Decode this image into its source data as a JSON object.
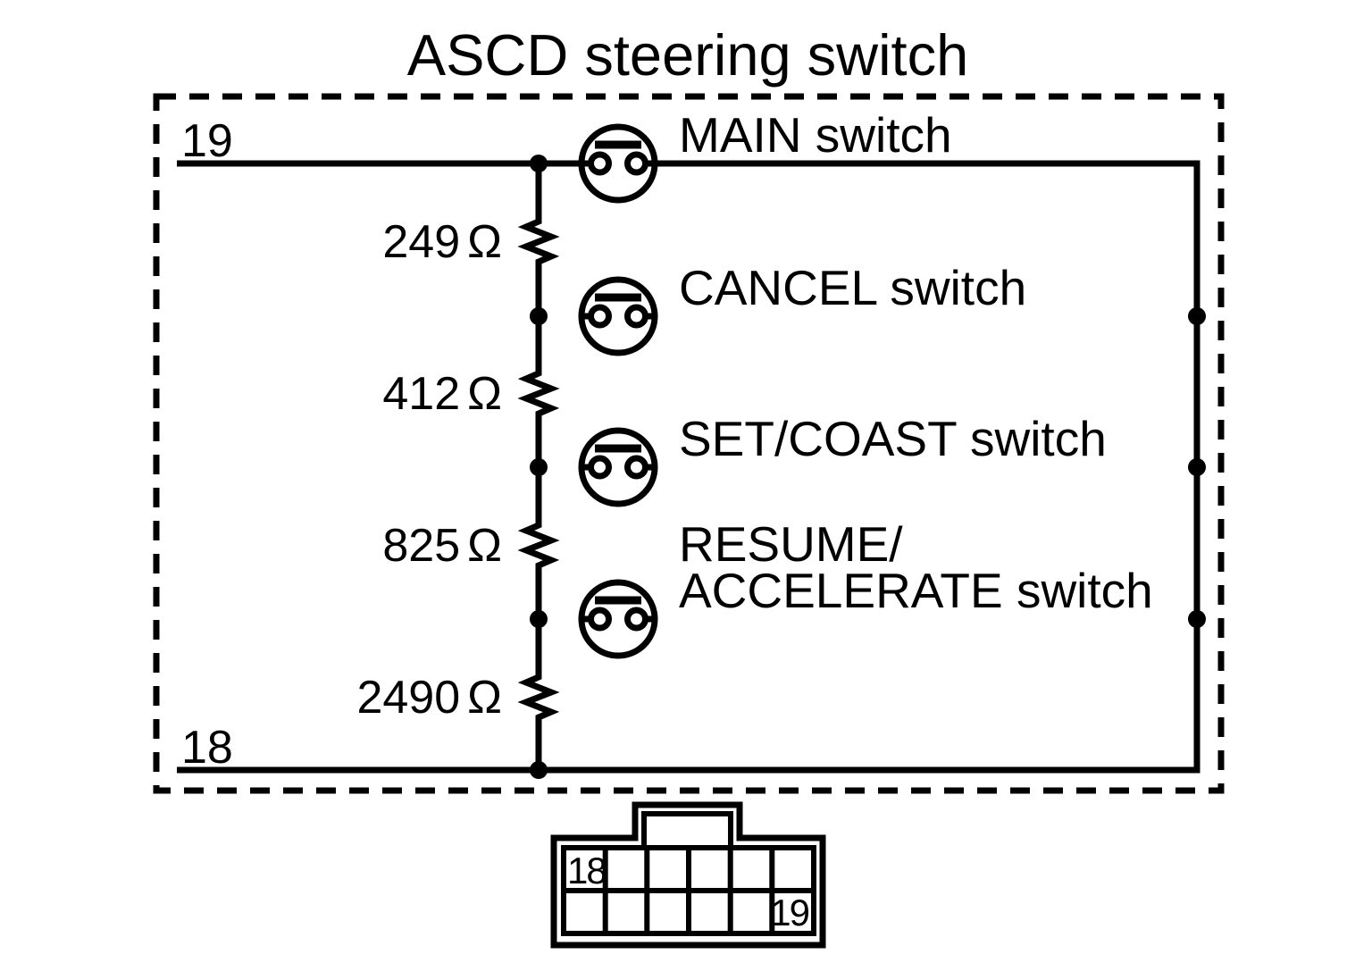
{
  "diagram": {
    "title": "ASCD steering switch",
    "terminal_top": "19",
    "terminal_bottom": "18",
    "switches": [
      {
        "label": "MAIN switch"
      },
      {
        "label": "CANCEL switch"
      },
      {
        "label": "SET/COAST switch"
      },
      {
        "lines": [
          "RESUME/",
          "ACCELERATE switch"
        ]
      }
    ],
    "resistors": [
      {
        "value": "249",
        "unit": "Ω"
      },
      {
        "value": "412",
        "unit": "Ω"
      },
      {
        "value": "825",
        "unit": "Ω"
      },
      {
        "value": "2490",
        "unit": "Ω"
      }
    ],
    "connector": {
      "rows": 2,
      "columns": 6,
      "pin_top_left": "18",
      "pin_bottom_right": "19"
    },
    "colors": {
      "line": "#000000",
      "background": "#ffffff"
    }
  }
}
